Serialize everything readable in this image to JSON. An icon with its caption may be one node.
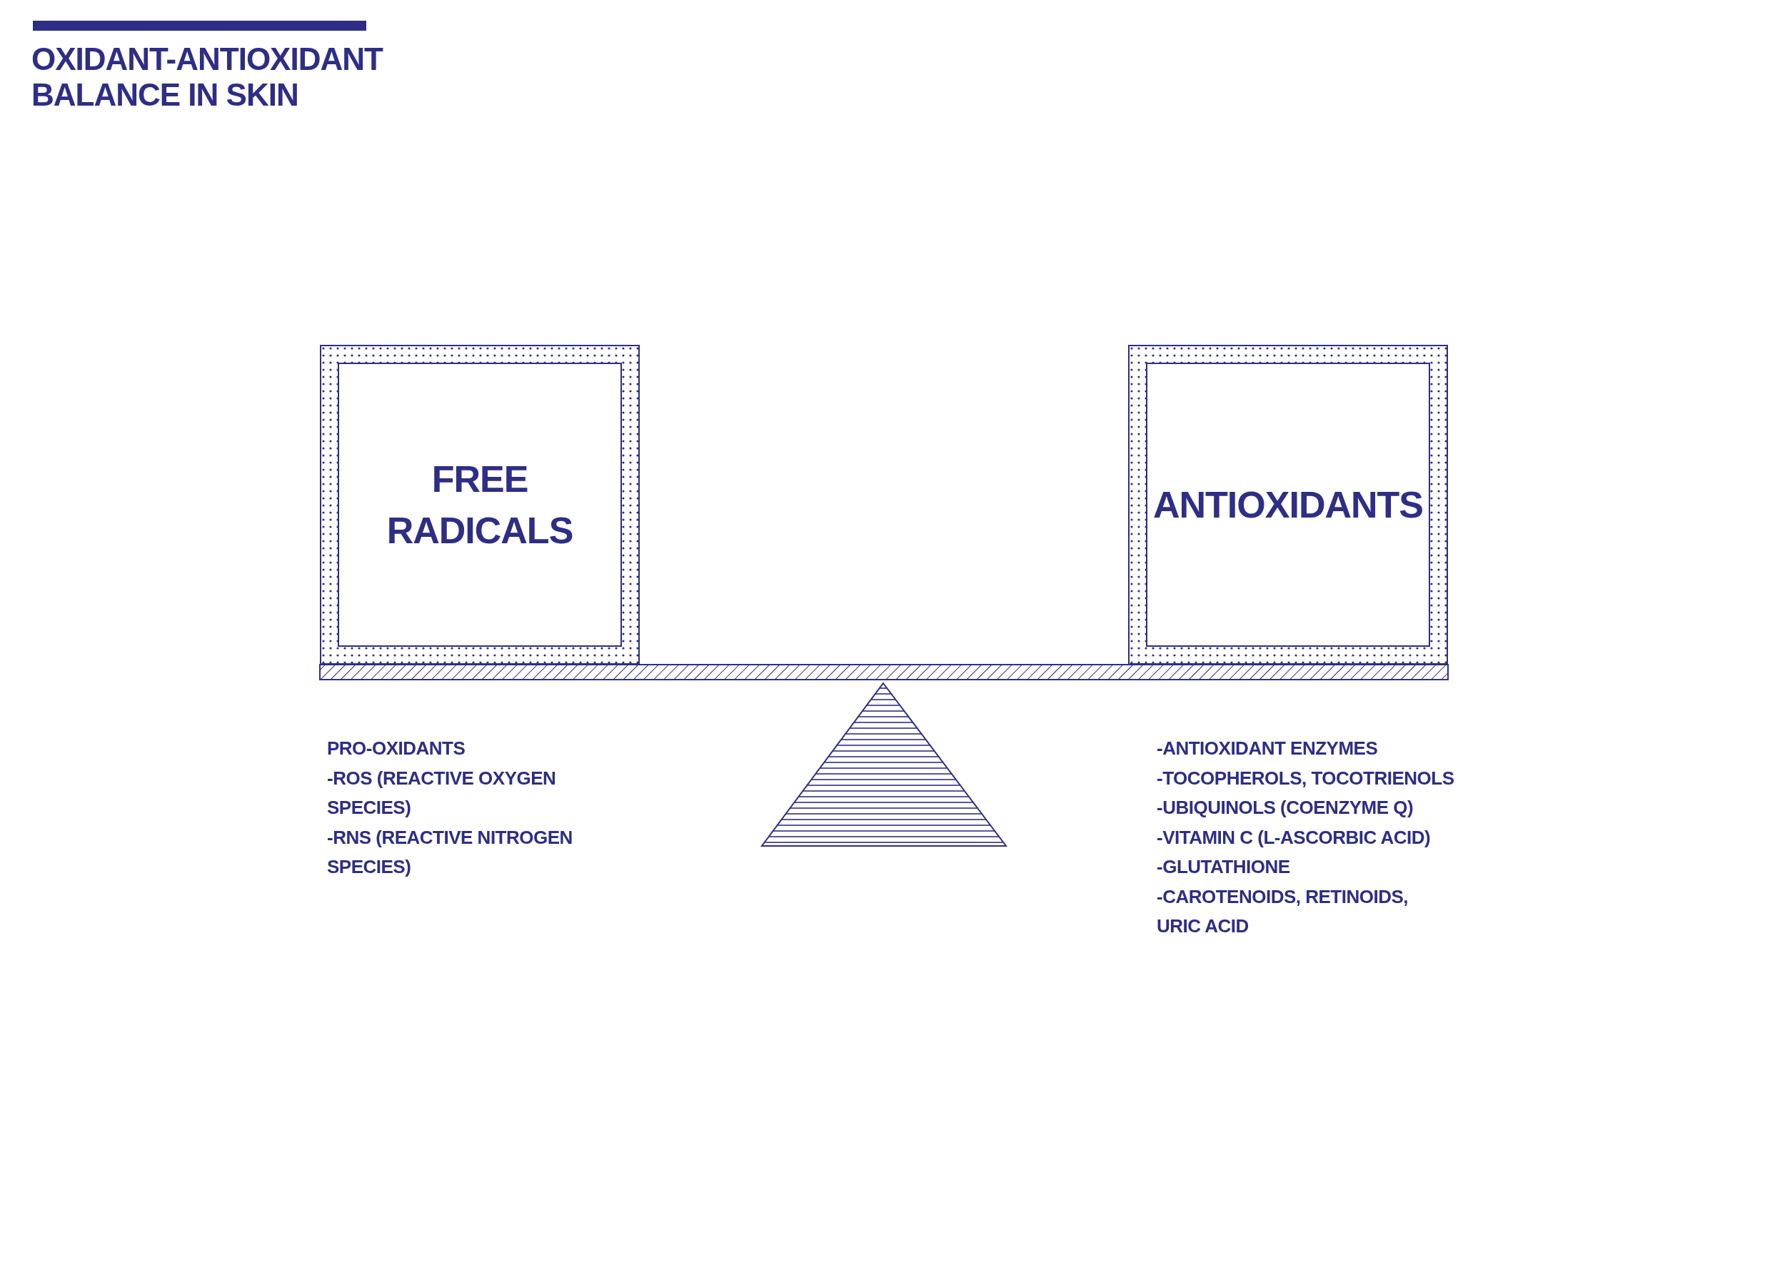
{
  "diagram": {
    "title": "OXIDANT-ANTIOXIDANT BALANCE IN SKIN",
    "nodes": [
      {
        "text": [
          "FREE RADICALS"
        ],
        "beside": [
          "PRO-OXIDANTS",
          "-ROS (REACTIVE OXYGEN SPECIES)",
          "-RNS (REACTIVE NITROGEN SPECIES)"
        ]
      },
      {
        "text": [
          "ANTIOXIDANTS"
        ],
        "beside": [
          "-ANTIOXIDANT ENZYMES",
          "-TOCOPHEROLS, TOCOTRIENOLS",
          "-UBIQUINOLS (COENZYME Q)",
          "-VITAMIN C (L-ASCORBIC ACID)",
          "-GLUTATHIONE",
          "-CAROTENOIDS, RETINOIDS, URIC ACID"
        ]
      }
    ],
    "edges": []
  }
}
